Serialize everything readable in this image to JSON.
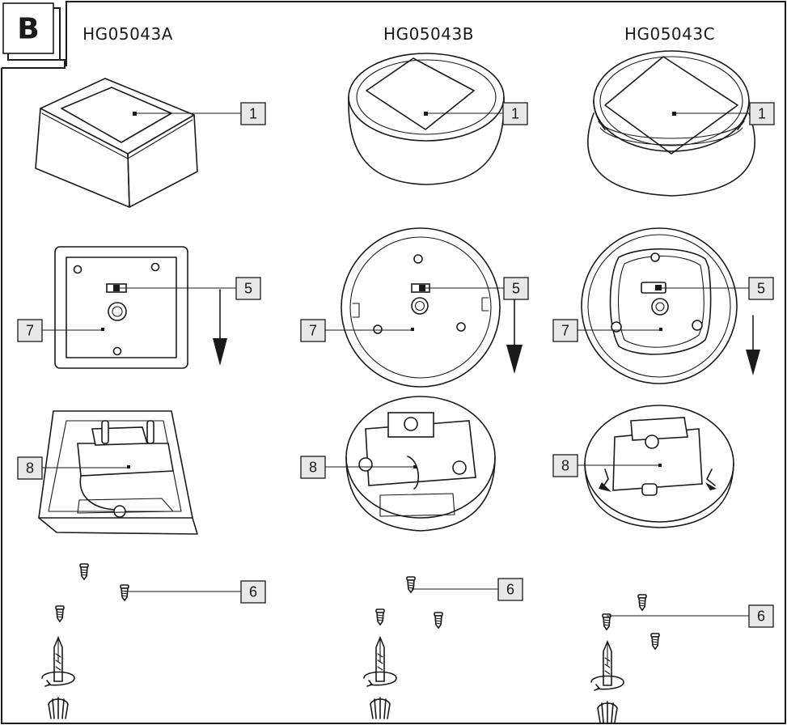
{
  "badge": "B",
  "models": [
    "HG05043A",
    "HG05043B",
    "HG05043C"
  ],
  "callouts": {
    "solar_panel": "1",
    "switch": "5",
    "screws": "6",
    "cover": "7",
    "battery_compartment": "8"
  }
}
